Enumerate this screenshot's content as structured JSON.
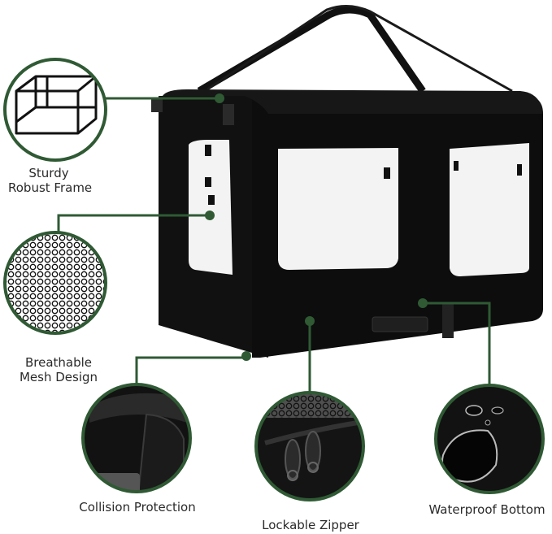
{
  "features": {
    "frame": {
      "line1": "Sturdy",
      "line2": "Robust Frame"
    },
    "mesh": {
      "line1": "Breathable",
      "line2": "Mesh Design"
    },
    "collision": {
      "label": "Collision Protection"
    },
    "zipper": {
      "label": "Lockable Zipper"
    },
    "waterproof": {
      "label": "Waterproof Bottom"
    }
  },
  "icons": [
    "frame-icon",
    "mesh-icon",
    "collision-icon",
    "zipper-icon",
    "waterproof-icon"
  ],
  "colors": {
    "accent": "#2f5a34",
    "crate": "#0d0d0d",
    "mesh_window": "#f3f3f3",
    "text": "#2a2a2a"
  }
}
